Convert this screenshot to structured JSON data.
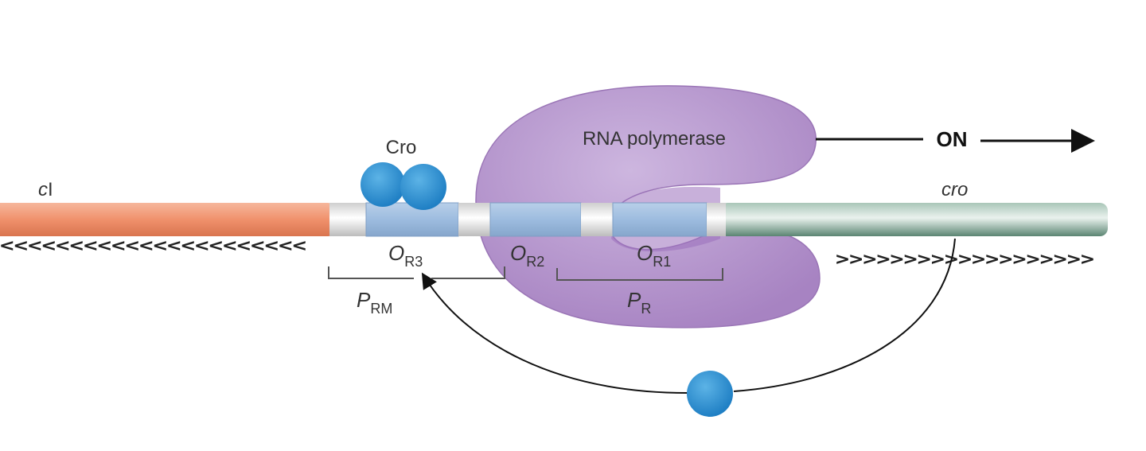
{
  "title_labels": {
    "polymerase": "RNA polymerase",
    "cro_protein": "Cro",
    "on_state": "ON",
    "gene_left": "cI",
    "gene_left_prefix": "c",
    "gene_left_suffix": "I",
    "gene_right": "cro"
  },
  "operators": [
    {
      "main": "O",
      "sub": "R3"
    },
    {
      "main": "O",
      "sub": "R2"
    },
    {
      "main": "O",
      "sub": "R1"
    }
  ],
  "promoters": [
    {
      "main": "P",
      "sub": "RM"
    },
    {
      "main": "P",
      "sub": "R"
    }
  ],
  "direction_marks": {
    "left": "<<<<<<<<<<<<<<<<<<<<<<",
    "right": ">>>>>>>>>>>>>>>>>>>"
  },
  "colors": {
    "ci_gene": "#f0916c",
    "cro_gene": "#6f9c88",
    "operator": "#9dbcdf",
    "spacer": "#e6e6e6",
    "polymerase": "#b08ec9",
    "cro_protein": "#2b8fd0"
  }
}
